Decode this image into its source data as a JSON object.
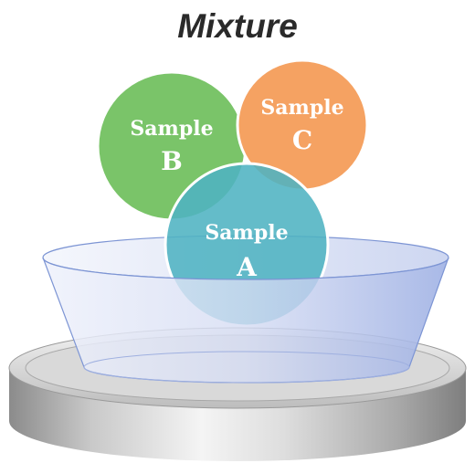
{
  "title": "Mixture",
  "samples": {
    "a": {
      "line1": "Sample",
      "line2": "A",
      "color": "#4fb3c2"
    },
    "b": {
      "line1": "Sample",
      "line2": "B",
      "color": "#7ac469"
    },
    "c": {
      "line1": "Sample",
      "line2": "C",
      "color": "#f5a262"
    }
  }
}
